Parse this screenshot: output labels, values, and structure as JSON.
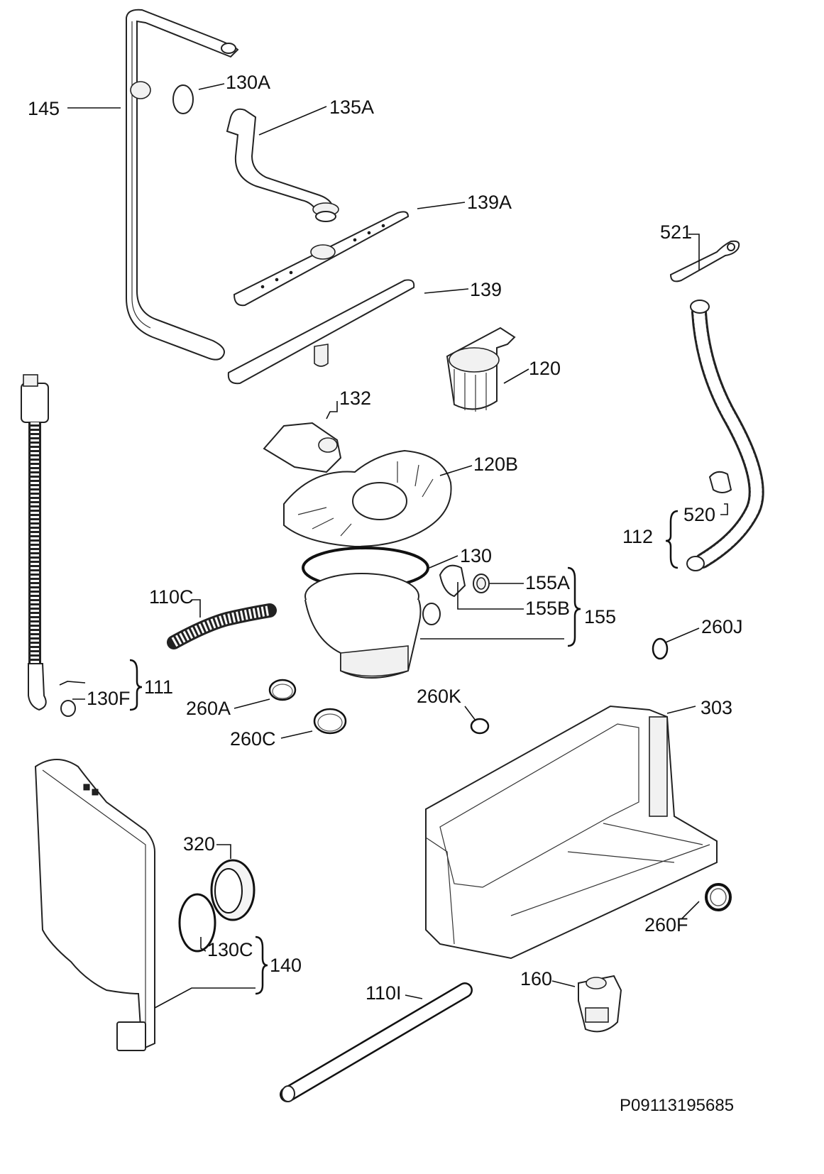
{
  "diagram": {
    "labels": {
      "l145": "145",
      "l130A": "130A",
      "l135A": "135A",
      "l139A": "139A",
      "l139": "139",
      "l521": "521",
      "l120": "120",
      "l132": "132",
      "l120B": "120B",
      "l520": "520",
      "l112": "112",
      "l130": "130",
      "l155A": "155A",
      "l155B": "155B",
      "l155": "155",
      "l110C": "110C",
      "l260J": "260J",
      "l111": "111",
      "l130F": "130F",
      "l260A": "260A",
      "l260K": "260K",
      "l260C": "260C",
      "l303": "303",
      "l320": "320",
      "l260F": "260F",
      "l130C": "130C",
      "l140": "140",
      "l160": "160",
      "l110I": "110I"
    },
    "drawing_code": "P09113195685"
  }
}
